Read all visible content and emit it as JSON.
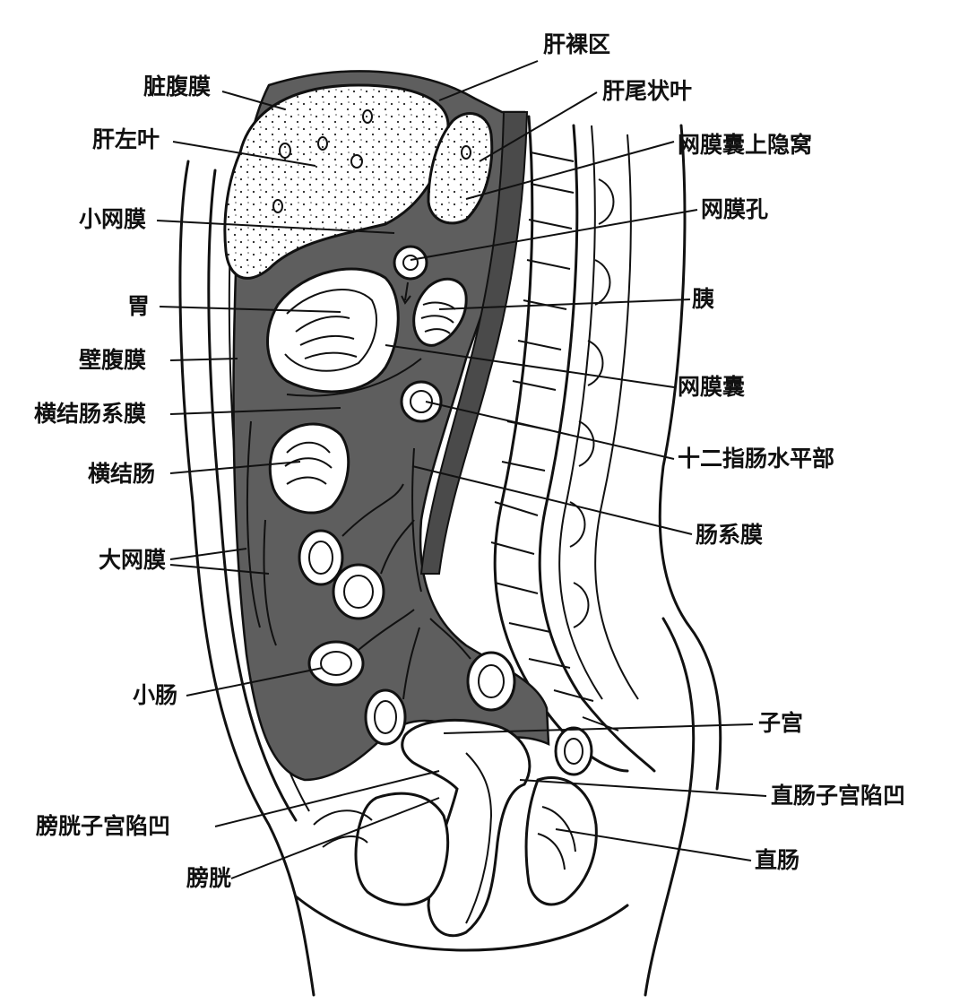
{
  "labels": {
    "gan_luo_qu": "肝裸区",
    "zang_fu_mo": "脏腹膜",
    "gan_wei_zhuang_ye": "肝尾状叶",
    "gan_zuo_ye": "肝左叶",
    "wang_mo_nang_shang_yin_wo": "网膜囊上隐窝",
    "xiao_wang_mo": "小网膜",
    "wang_mo_kong": "网膜孔",
    "wei": "胃",
    "yi": "胰",
    "bi_fu_mo": "壁腹膜",
    "wang_mo_nang": "网膜囊",
    "heng_jie_chang_xi_mo": "横结肠系膜",
    "shi_er_zhi_chang_shui_ping_bu": "十二指肠水平部",
    "heng_jie_chang": "横结肠",
    "chang_xi_mo": "肠系膜",
    "da_wang_mo": "大网膜",
    "xiao_chang": "小肠",
    "zi_gong": "子宫",
    "zhi_chang_zi_gong_xian_ao": "直肠子宫陷凹",
    "pang_guang_zi_gong_xian_ao": "膀胱子宫陷凹",
    "pang_guang": "膀胱",
    "zhi_chang": "直肠"
  }
}
